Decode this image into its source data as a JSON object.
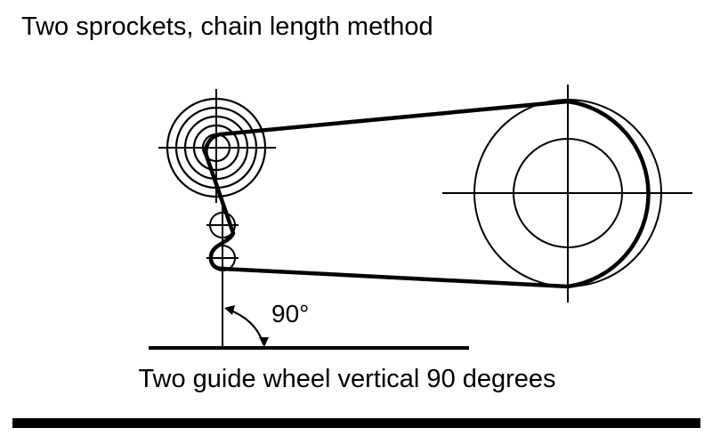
{
  "title": "Two sprockets, chain length method",
  "angle_label": "90°",
  "caption": "Two guide wheel vertical 90 degrees",
  "colors": {
    "line": "#000000",
    "background": "#ffffff"
  }
}
